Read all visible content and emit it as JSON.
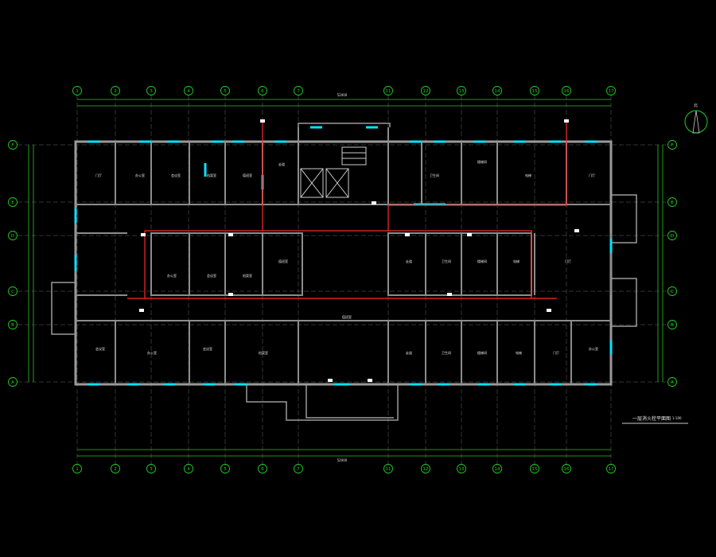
{
  "drawing": {
    "title": "一层消火栓平面图",
    "scale": "1:100",
    "north_label": "北"
  },
  "grid_columns": [
    "1",
    "2",
    "3",
    "4",
    "5",
    "6",
    "7",
    "11",
    "12",
    "13",
    "14",
    "15",
    "16",
    "17"
  ],
  "grid_rows": [
    "F",
    "E",
    "D",
    "C",
    "B",
    "A"
  ],
  "dimensions": {
    "top_total": "52000",
    "bottom_total": "52000"
  },
  "rooms": [
    {
      "label": "门厅"
    },
    {
      "label": "办公室"
    },
    {
      "label": "会议室"
    },
    {
      "label": "档案室"
    },
    {
      "label": "值班室"
    },
    {
      "label": "走道"
    },
    {
      "label": "卫生间"
    },
    {
      "label": "楼梯间"
    },
    {
      "label": "电梯"
    }
  ],
  "colors": {
    "grid": "#22cc22",
    "wall": "#9a9a9a",
    "window": "#00e5ff",
    "pipe": "#ff2a2a",
    "text": "#e6e6e6",
    "annotation": "#33ff33"
  }
}
